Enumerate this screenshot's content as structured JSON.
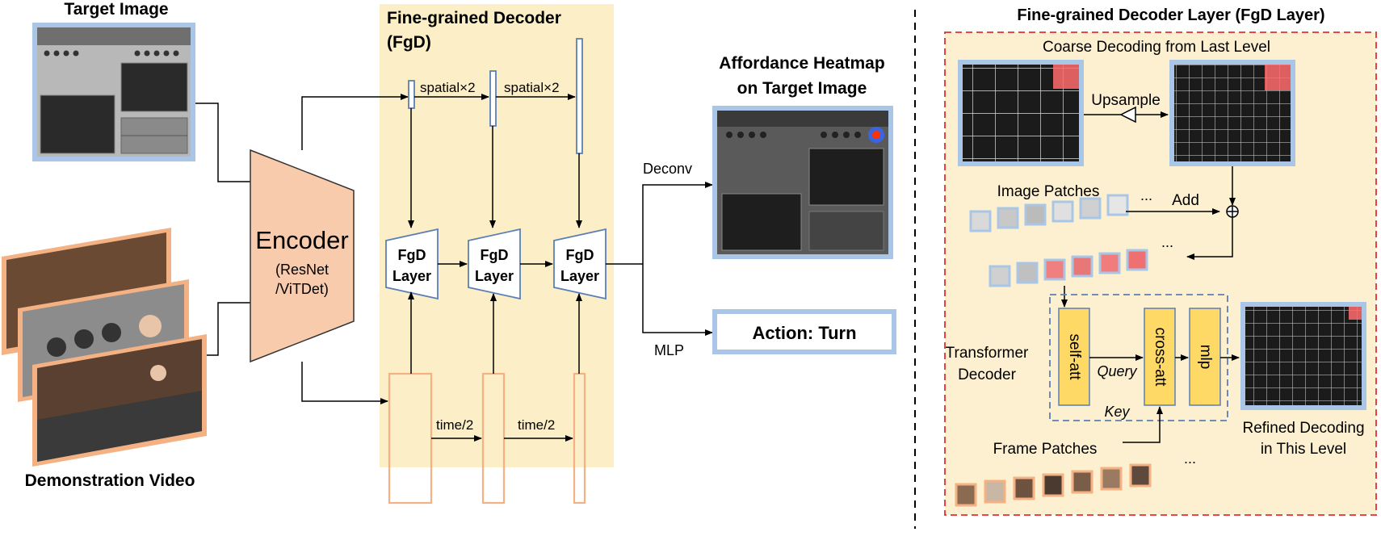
{
  "left": {
    "target_title": "Target Image",
    "demo_title": "Demonstration Video",
    "encoder_label": "Encoder",
    "encoder_sub1": "(ResNet",
    "encoder_sub2": "/ViTDet)",
    "fgd_title_line1": "Fine-grained Decoder",
    "fgd_title_line2": "(FgD)",
    "spatial_label": "spatial×2",
    "time_label": "time/2",
    "fgd_layer_line1": "FgD",
    "fgd_layer_line2": "Layer",
    "deconv_label": "Deconv",
    "mlp_label": "MLP",
    "heatmap_title_line1": "Affordance Heatmap",
    "heatmap_title_line2": "on Target Image",
    "action_label": "Action: Turn"
  },
  "right": {
    "title": "Fine-grained Decoder Layer (FgD Layer)",
    "coarse_label": "Coarse Decoding from Last Level",
    "upsample_label": "Upsample",
    "image_patches_label": "Image Patches",
    "add_label": "Add",
    "ellipsis": "...",
    "transformer_line1": "Transformer",
    "transformer_line2": "Decoder",
    "self_att": "self-att",
    "cross_att": "cross-att",
    "mlp_block": "mlp",
    "query_label": "Query",
    "key_label": "Key",
    "frame_patches_label": "Frame Patches",
    "refined_line1": "Refined Decoding",
    "refined_line2": "in This Level"
  },
  "colors": {
    "fgd_bg": "#fcefc8",
    "right_bg": "#fdf0d0",
    "blue_border": "#a9c6e6",
    "orange_border": "#f4b183",
    "encoder_fill": "#f8cbad",
    "fgd_layer_stroke": "#5b7fb5",
    "yellow_block": "#ffd966",
    "red_dash": "#e03030",
    "blue_dash": "#5b7fb5"
  }
}
